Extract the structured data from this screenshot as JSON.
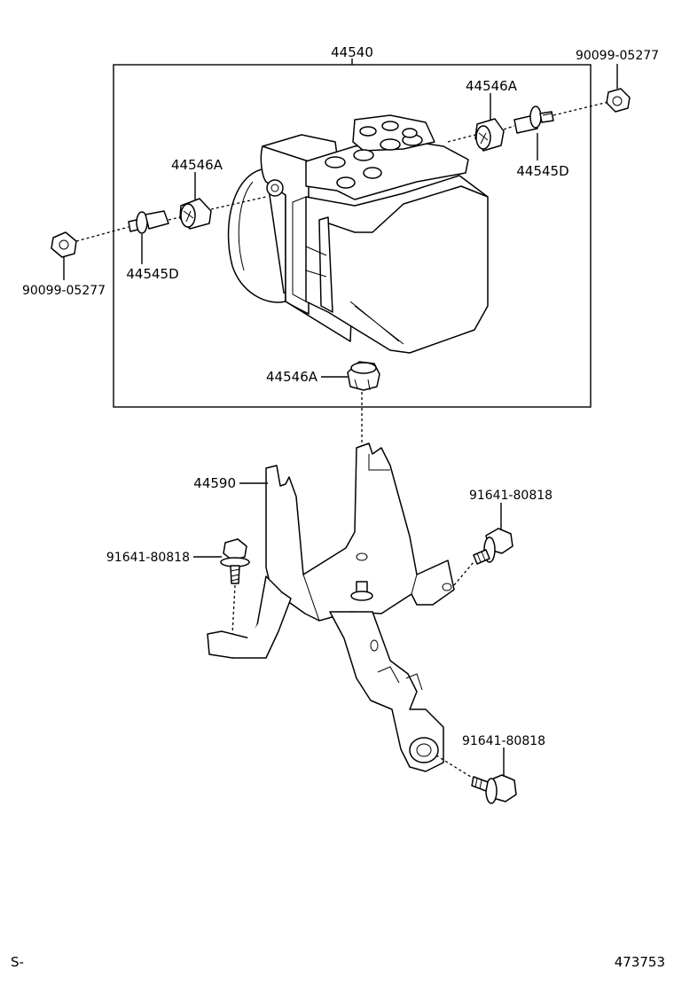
{
  "labels": {
    "assembly": "44540",
    "bushing_top_right": "44546A",
    "bushing_top_left": "44546A",
    "bushing_bottom": "44546A",
    "pin_right": "44545D",
    "pin_left": "44545D",
    "nut_right": "90099-05277",
    "nut_left": "90099-05277",
    "bracket": "44590",
    "bolt_left": "91641-80818",
    "bolt_right": "91641-80818",
    "bolt_bottom": "91641-80818"
  },
  "footer": {
    "left": "S-",
    "right": "473753"
  }
}
